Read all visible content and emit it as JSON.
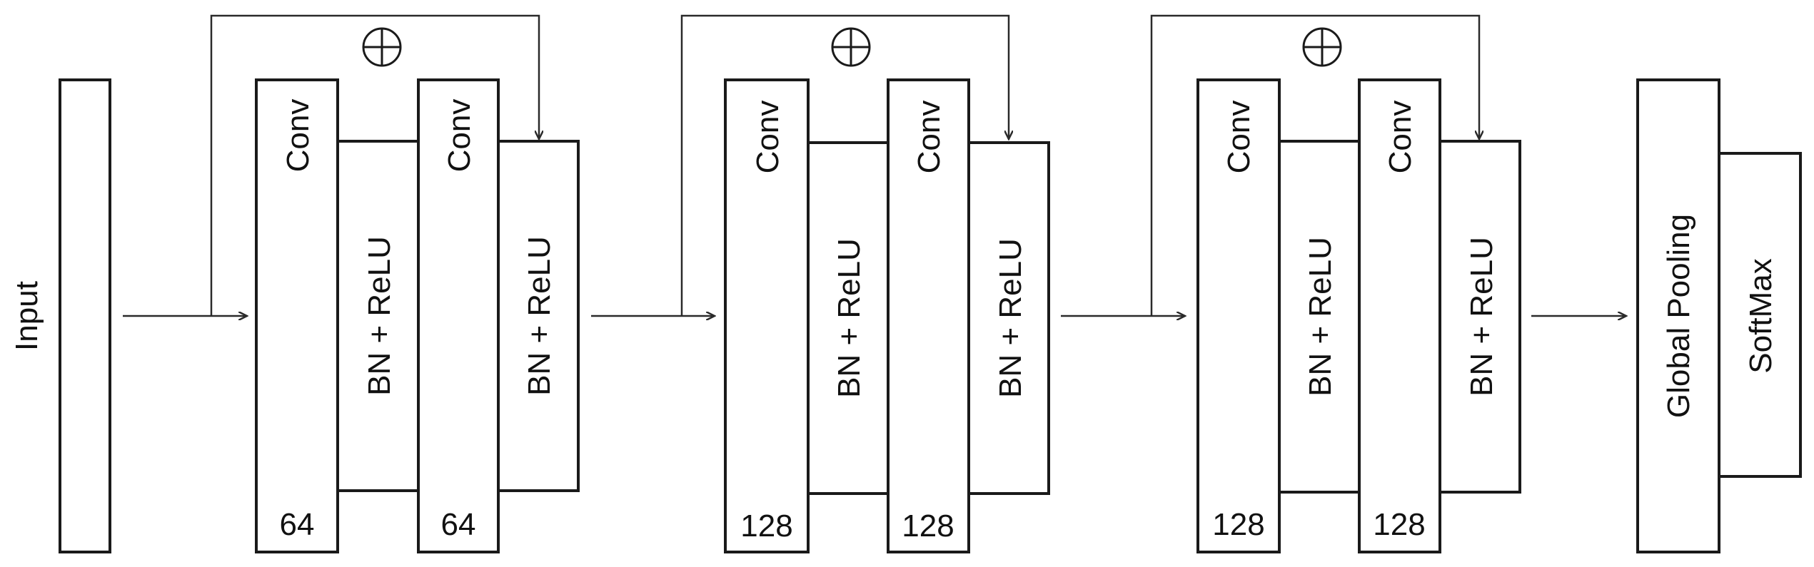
{
  "input_label": "Input",
  "blocks": [
    {
      "conv1_label": "Conv",
      "conv1_filters": "64",
      "bn1_label": "BN + ReLU",
      "conv2_label": "Conv",
      "conv2_filters": "64",
      "bn2_label": "BN + ReLU"
    },
    {
      "conv1_label": "Conv",
      "conv1_filters": "128",
      "bn1_label": "BN + ReLU",
      "conv2_label": "Conv",
      "conv2_filters": "128",
      "bn2_label": "BN + ReLU"
    },
    {
      "conv1_label": "Conv",
      "conv1_filters": "128",
      "bn1_label": "BN + ReLU",
      "conv2_label": "Conv",
      "conv2_filters": "128",
      "bn2_label": "BN + ReLU"
    }
  ],
  "output": {
    "pooling_label": "Global Pooling",
    "softmax_label": "SoftMax"
  },
  "skip_symbol": "add-circle-icon",
  "colors": {
    "line": "#1a1a1a",
    "background": "#ffffff"
  }
}
